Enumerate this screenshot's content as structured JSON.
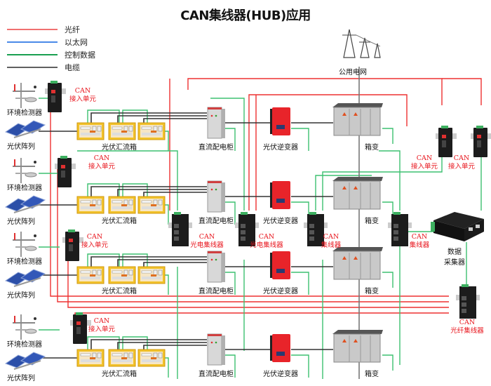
{
  "title": "CAN集线器(HUB)应用",
  "legend": [
    {
      "label": "光纤",
      "color": "#f07070"
    },
    {
      "label": "以太网",
      "color": "#4a8ae8"
    },
    {
      "label": "控制数据",
      "color": "#1aa050"
    },
    {
      "label": "电缆",
      "color": "#606060"
    }
  ],
  "colors": {
    "fiber": "#ee3030",
    "control": "#3dc070",
    "cable": "#333333",
    "cable_gray": "#777777",
    "label_red": "#e8141c"
  },
  "labels": {
    "env_detector": "环境检测器",
    "pv_array": "光伏阵列",
    "combiner_box": "光伏汇流箱",
    "dc_cabinet": "直流配电柜",
    "inverter": "光伏逆变器",
    "box_transformer": "箱变",
    "public_grid": "公用电网",
    "data_collector_line1": "数据",
    "data_collector_line2": "采集器",
    "can_access_unit_line1": "CAN",
    "can_access_unit_line2": "接入单元",
    "can_optoelectric_hub_line1": "CAN",
    "can_optoelectric_hub_line2": "光电集线器",
    "can_hub_line1": "CAN",
    "can_hub_line2": "集线器",
    "can_fiber_hub_line1": "CAN",
    "can_fiber_hub_line2": "光纤集线器"
  },
  "rows": [
    {
      "id": "row-1"
    },
    {
      "id": "row-2"
    },
    {
      "id": "row-3"
    },
    {
      "id": "row-4"
    }
  ]
}
